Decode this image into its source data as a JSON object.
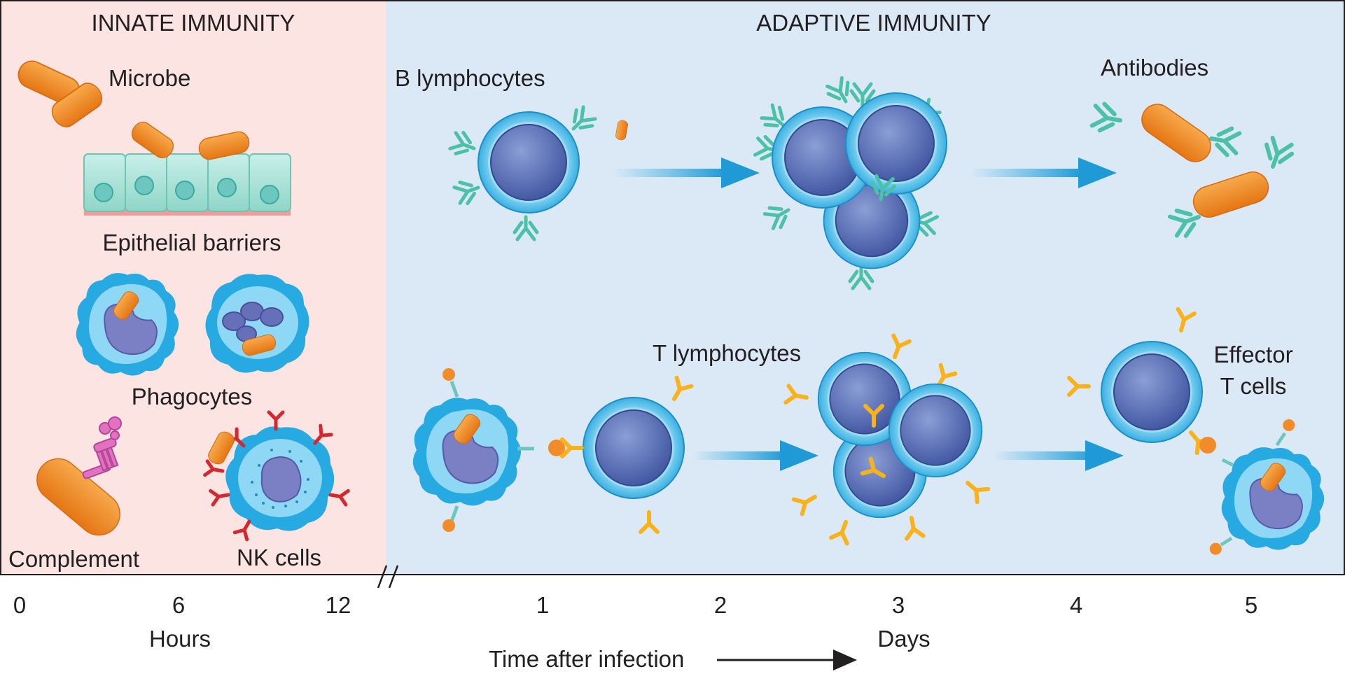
{
  "colors": {
    "innate_bg": "#fbe4e2",
    "adaptive_bg": "#dbe9f6",
    "microbe": "#f28c28",
    "cell_blue": "#27a9e1",
    "nucleus": "#5a6fb3",
    "antibody": "#4cc1a8",
    "t_receptor": "#f9b21b",
    "nk_receptor": "#d4272e",
    "complement": "#e272c1"
  },
  "panels": {
    "innate_title": "INNATE IMMUNITY",
    "adaptive_title": "ADAPTIVE IMMUNITY"
  },
  "innate": {
    "microbe": "Microbe",
    "epithelial": "Epithelial barriers",
    "phagocytes": "Phagocytes",
    "complement": "Complement",
    "nk": "NK cells"
  },
  "adaptive": {
    "b_lymphocytes": "B lymphocytes",
    "antibodies": "Antibodies",
    "t_lymphocytes": "T lymphocytes",
    "effector_line1": "Effector",
    "effector_line2": "T cells"
  },
  "axis": {
    "hours_ticks": [
      "0",
      "6",
      "12"
    ],
    "days_ticks": [
      "1",
      "2",
      "3",
      "4",
      "5"
    ],
    "hours_label": "Hours",
    "days_label": "Days",
    "time_label": "Time after infection"
  }
}
